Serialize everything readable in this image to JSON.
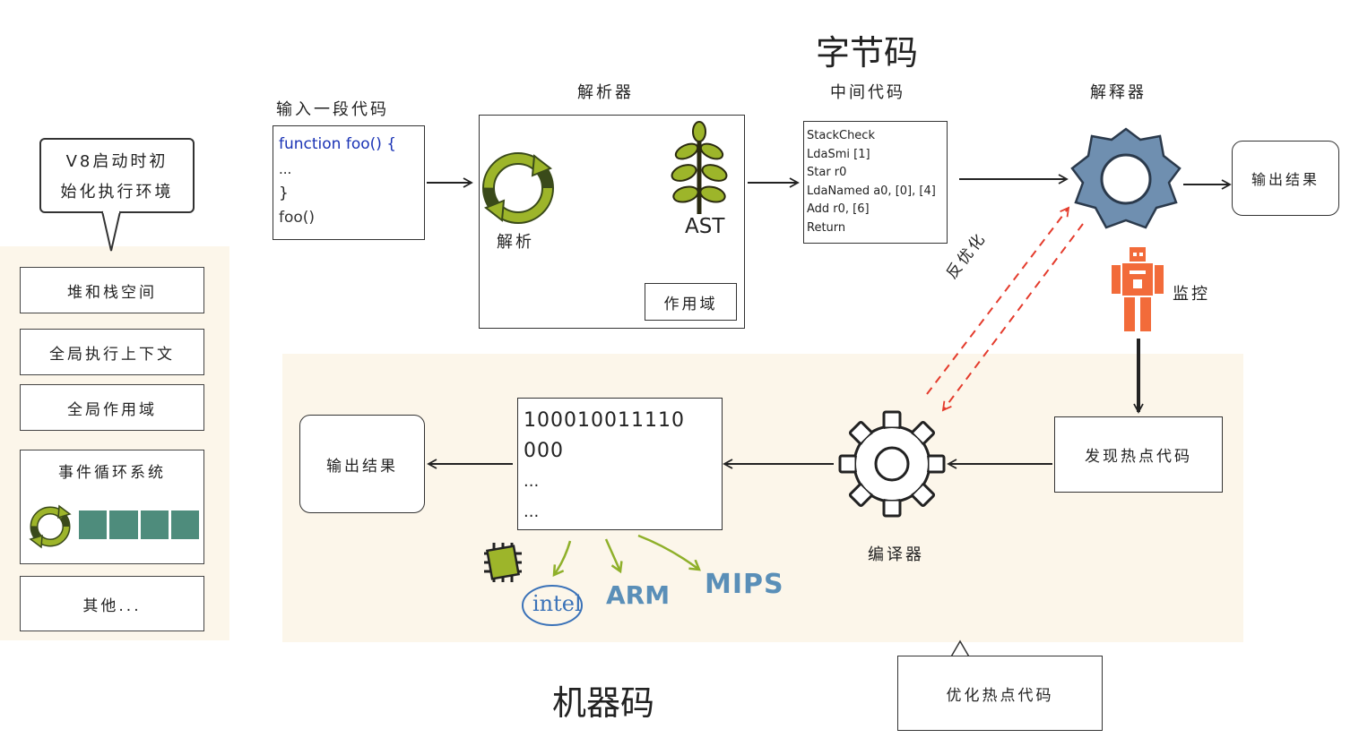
{
  "titles": {
    "bytecode": "字节码",
    "machine_code": "机器码"
  },
  "input": {
    "label": "输入一段代码",
    "code": [
      "function foo() {",
      "...",
      "}",
      "foo()"
    ]
  },
  "parser": {
    "label": "解析器",
    "parse_label": "解析",
    "ast_label": "AST",
    "scope_label": "作用域"
  },
  "intermediate": {
    "label": "中间代码",
    "lines": [
      "StackCheck",
      "LdaSmi [1]",
      "Star r0",
      "LdaNamed a0, [0], [4]",
      "Add r0, [6]",
      "Return"
    ]
  },
  "interpreter": {
    "label": "解释器",
    "output_label": "输出结果"
  },
  "monitor_label": "监控",
  "deopt_label": "反优化",
  "hot_code_label": "发现热点代码",
  "compiler_label": "编译器",
  "machine": {
    "lines": [
      "100010011110",
      "000",
      "...",
      "..."
    ],
    "output_label": "输出结果"
  },
  "cpu_logos": {
    "intel": "intel",
    "arm": "ARM",
    "mips": "MIPS"
  },
  "callouts": {
    "v8_init": [
      "V8启动时初",
      "始化执行环境"
    ],
    "optimize": "优化热点代码"
  },
  "env": {
    "items": [
      "堆和栈空间",
      "全局执行上下文",
      "全局作用域",
      "事件循环系统",
      "其他..."
    ]
  },
  "colors": {
    "panel": "#fcf6ea",
    "gear": "#6f8fb0",
    "robot": "#f26b3a",
    "deopt": "#e43b2c",
    "cycle": "#9db52a",
    "block": "#4e8c7c",
    "arm": "#5a8fb8",
    "intel": "#3a72b8"
  }
}
